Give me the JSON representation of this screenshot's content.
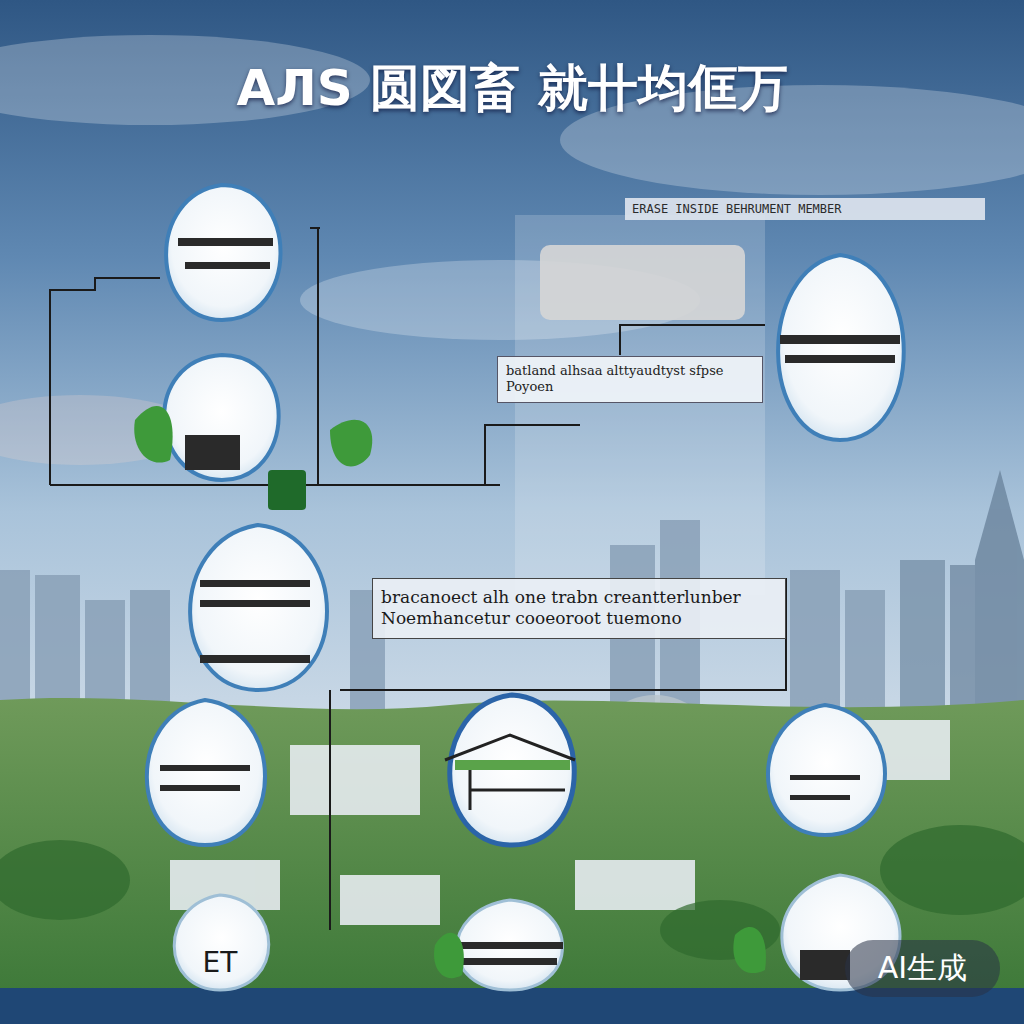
{
  "diagram": {
    "title": "AЛS 圆図畜 就卄均㑌万",
    "nodes": [
      {
        "text": [
          "batland alhsaa alttyaudtyst sfpse Poyoen"
        ]
      },
      {
        "text": [
          "bracanoect alh one trabn creantterlunber Noemhancetur cooeoroot tuemono"
        ]
      },
      {
        "text": [
          "ET"
        ]
      }
    ],
    "labels": [
      "ERASE INSIDE BEHRUMENT MEMBER",
      "AI生成"
    ]
  }
}
